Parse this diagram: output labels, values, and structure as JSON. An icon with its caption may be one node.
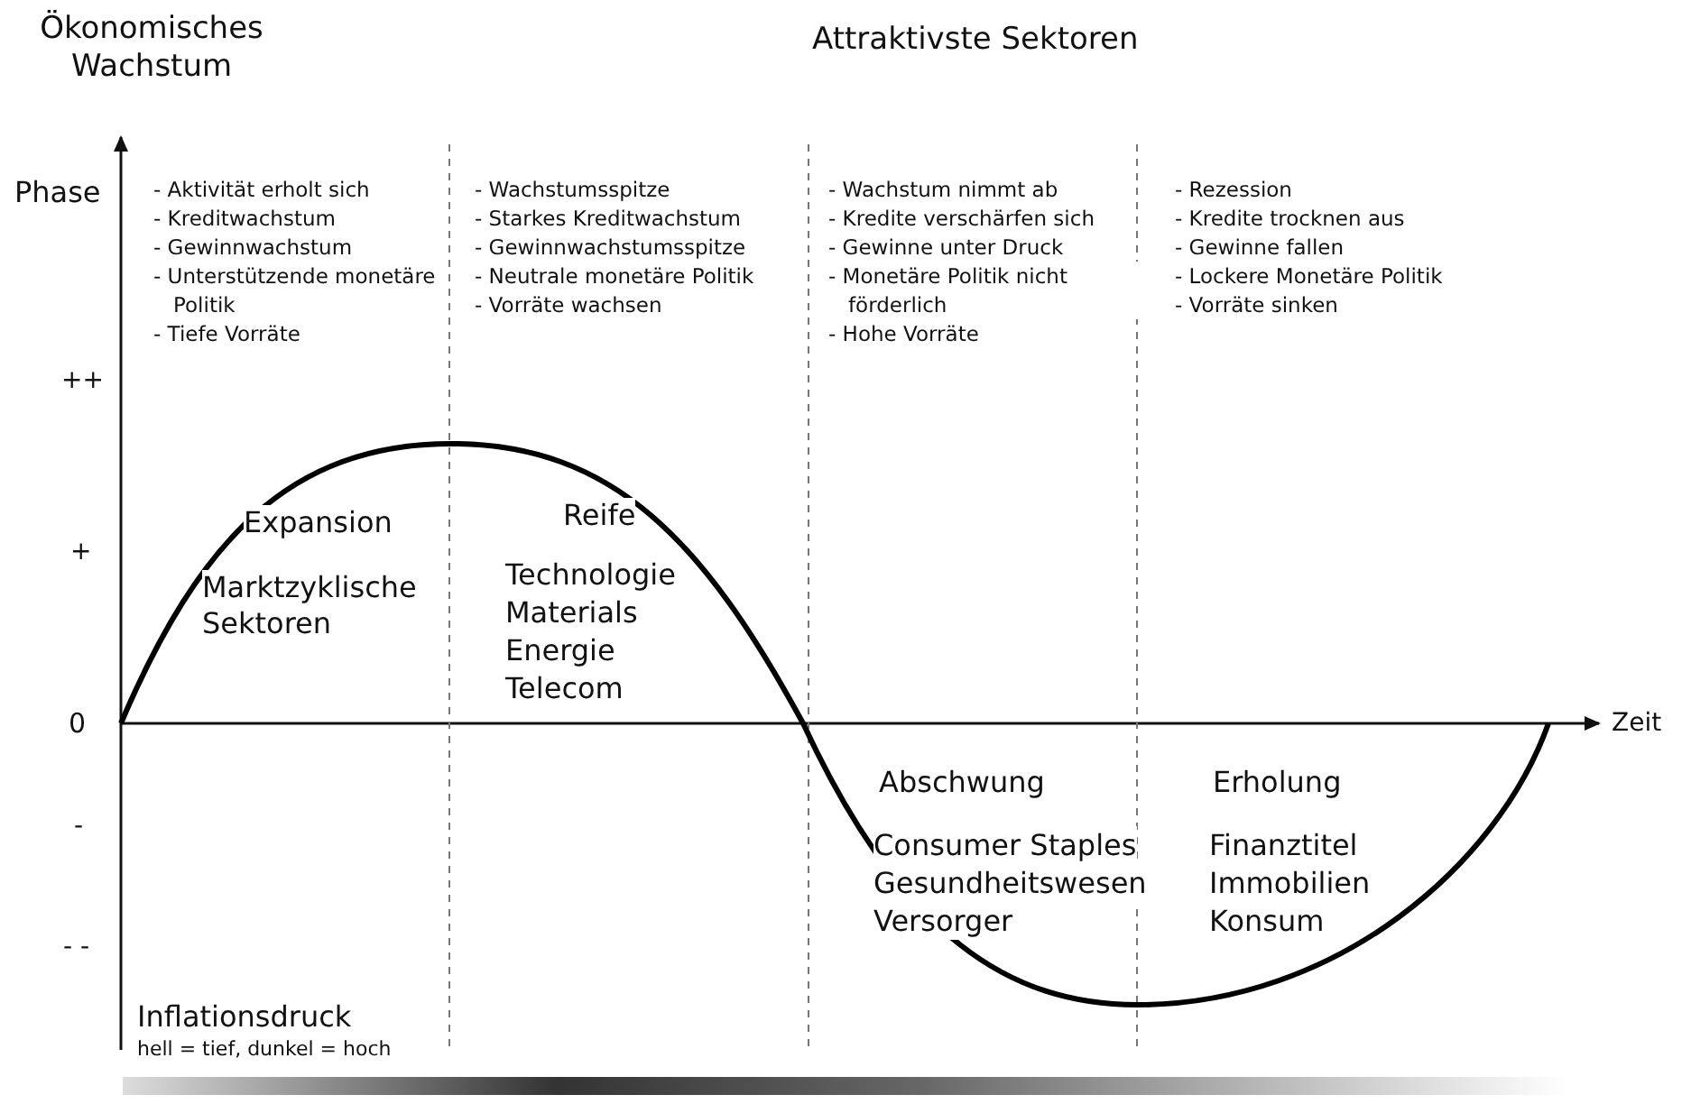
{
  "diagram": {
    "labels": [
      "Ökonomisches Wachstum",
      "Attraktivste Sektoren",
      "Phase",
      "- Aktivität erholt sich",
      "- Kreditwachstum",
      "- Gewinnwachstum",
      "- Unterstützende monetäre Politik",
      "- Tiefe Vorräte",
      "- Wachstumsspitze",
      "- Starkes Kreditwachstum",
      "- Gewinnwachstumsspitze",
      "- Neutrale monetäre Politik",
      "- Vorräte wachsen",
      "- Wachstum nimmt ab",
      "- Kredite verschärfen sich",
      "- Gewinne unter Druck",
      "- Monetäre Politik nicht förderlich",
      "- Hohe Vorräte",
      "- Rezession",
      "- Kredite trocknen aus",
      "- Gewinne fallen",
      "- Lockere Monetäre Politik",
      "- Vorräte sinken",
      "++",
      "+",
      "0",
      "-",
      "- -",
      "Zeit",
      "Expansion",
      "Marktzyklische Sektoren",
      "Reife",
      "Technologie",
      "Materials",
      "Energie",
      "Telecom",
      "Abschwung",
      "Consumer Staples",
      "Gesundheitswesen",
      "Versorger",
      "Erholung",
      "Finanztitel",
      "Immobilien",
      "Konsum",
      "Inflationsdruck",
      "hell = tief, dunkel = hoch"
    ]
  }
}
